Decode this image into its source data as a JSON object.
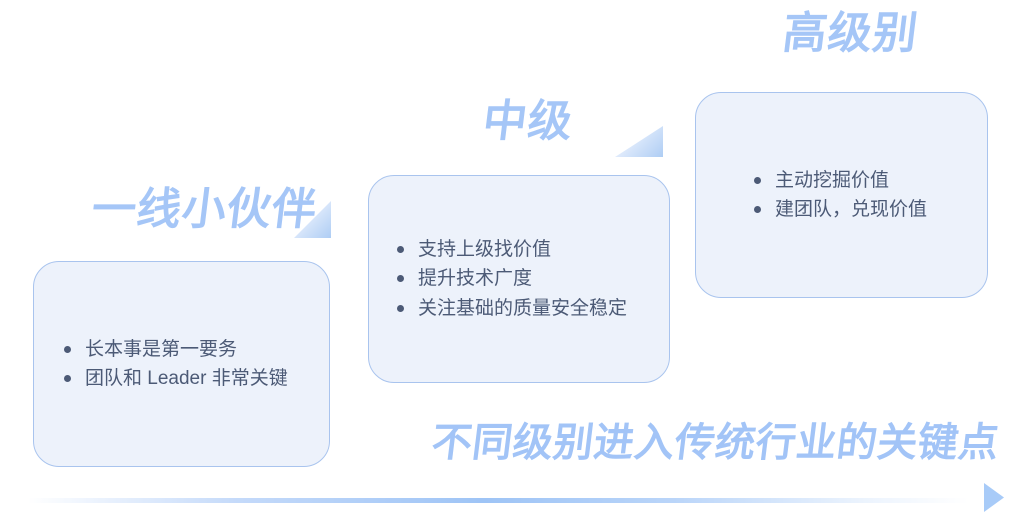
{
  "diagram": {
    "title": "不同级别进入传统行业的关键点",
    "levels": [
      {
        "id": "junior",
        "heading": "一线小伙伴",
        "bullets": [
          "长本事是第一要务",
          "团队和 Leader 非常关键"
        ]
      },
      {
        "id": "mid",
        "heading": "中级",
        "bullets": [
          "支持上级找价值",
          "提升技术广度",
          "关注基础的质量安全稳定"
        ]
      },
      {
        "id": "senior",
        "heading": "高级别",
        "bullets": [
          "主动挖掘价值",
          "建团队，兑现价值"
        ]
      }
    ],
    "colors": {
      "heading_text": "#A5C6F7",
      "card_background": "#EDF2FB",
      "card_border": "#A9C4EE",
      "bullet_text": "#4C5A76",
      "title_text": "#A2C4F7",
      "arrow": "#A8CBF8"
    }
  }
}
